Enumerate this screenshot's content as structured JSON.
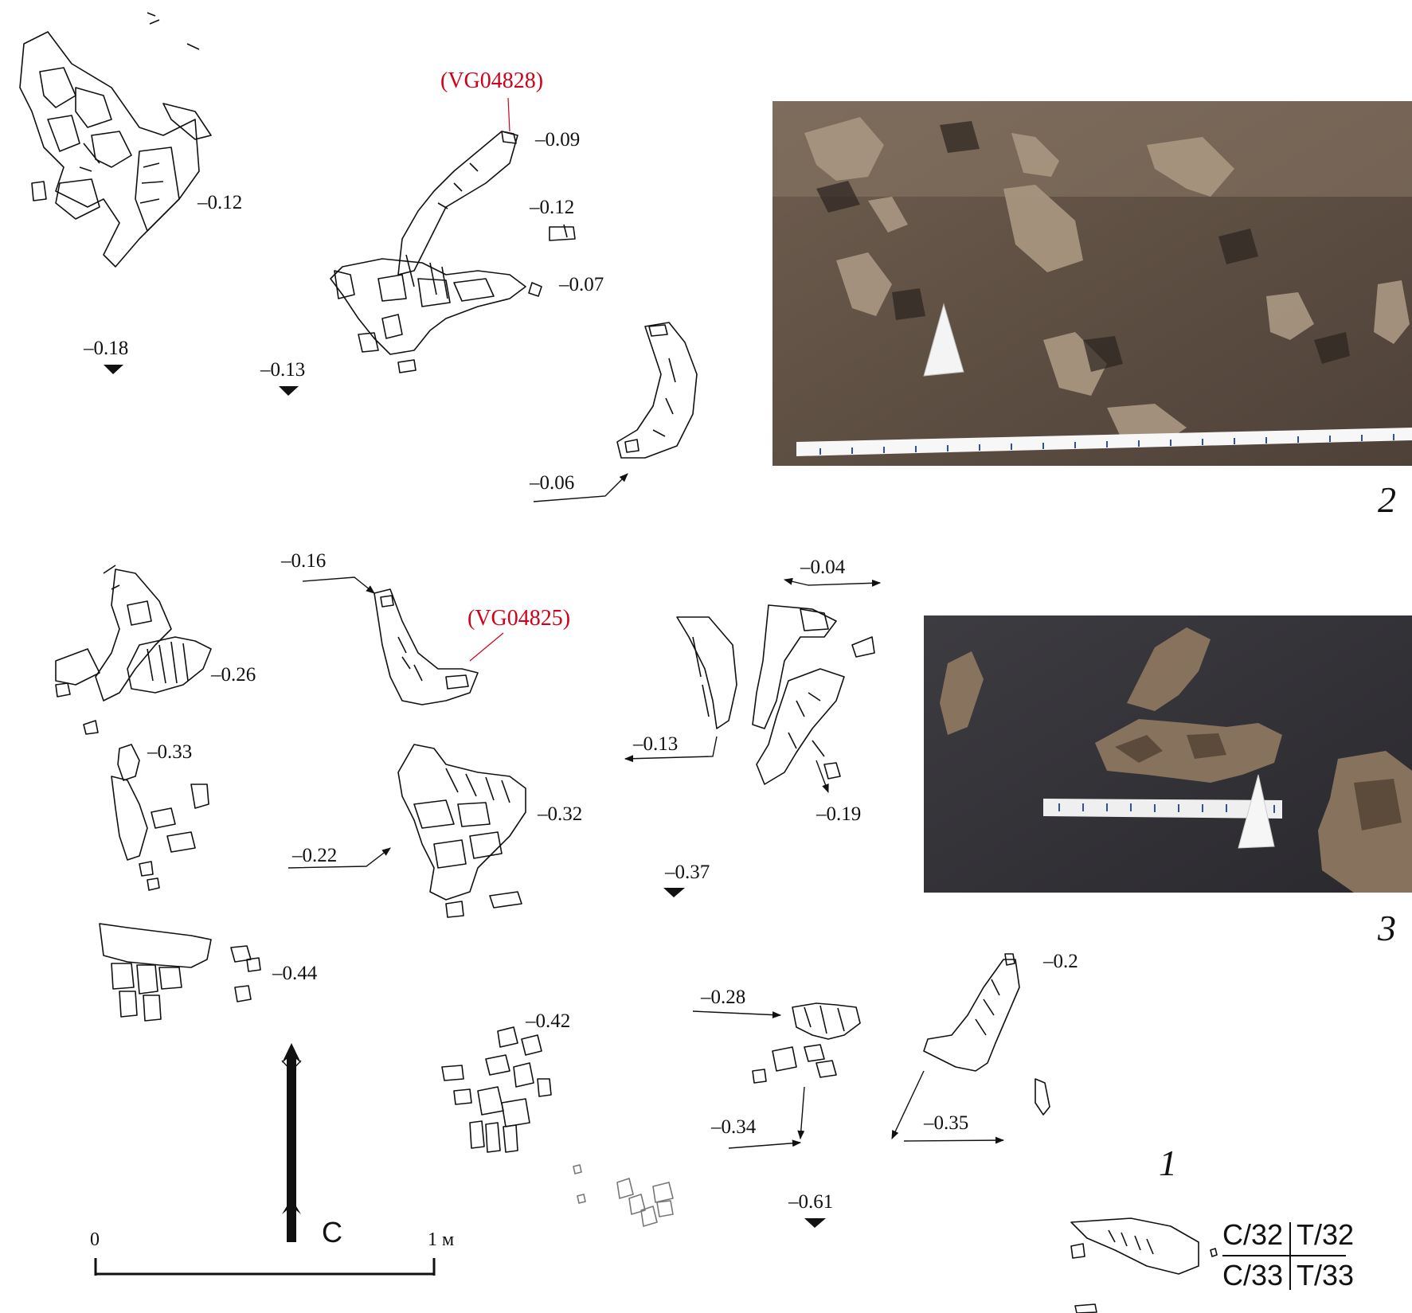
{
  "depths": [
    "–0.12",
    "–0.09",
    "–0.12",
    "–0.07",
    "–0.18",
    "–0.13",
    "–0.06",
    "–0.16",
    "–0.04",
    "–0.26",
    "–0.33",
    "–0.13",
    "–0.19",
    "–0.32",
    "–0.22",
    "–0.37",
    "–0.44",
    "–0.2",
    "–0.28",
    "–0.42",
    "–0.34",
    "–0.35",
    "–0.61"
  ],
  "samples": [
    "(VG04828)",
    "(VG04825)"
  ],
  "figure_parts": {
    "photo_surface": "2",
    "photo_closeup": "3",
    "plan": "1"
  },
  "north_label": "С",
  "scale": {
    "start": "0",
    "end": "1 м"
  },
  "grid_squares": [
    "С/32",
    "Т/32",
    "С/33",
    "Т/33"
  ],
  "colors": {
    "drawing_ink": "#111111",
    "sample_label": "#d0021b"
  }
}
